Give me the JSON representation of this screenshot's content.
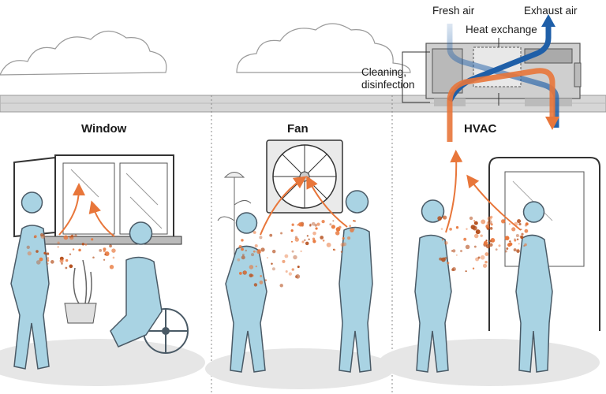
{
  "scenes": {
    "window_label": "Window",
    "fan_label": "Fan",
    "hvac_label": "HVAC"
  },
  "hvac_unit": {
    "fresh_air": "Fresh air",
    "exhaust_air": "Exhaust air",
    "heat_exchange": "Heat exchange",
    "cleaning_line1": "Cleaning,",
    "cleaning_line2": "disinfection"
  },
  "colors": {
    "person": "#a9d3e3",
    "person_outline": "#4a5a66",
    "aerosol_orange": "#e8763a",
    "fresh_blue": "#1f5fa8",
    "ceiling": "#d9d9d9",
    "cloud_outline": "#999999"
  }
}
